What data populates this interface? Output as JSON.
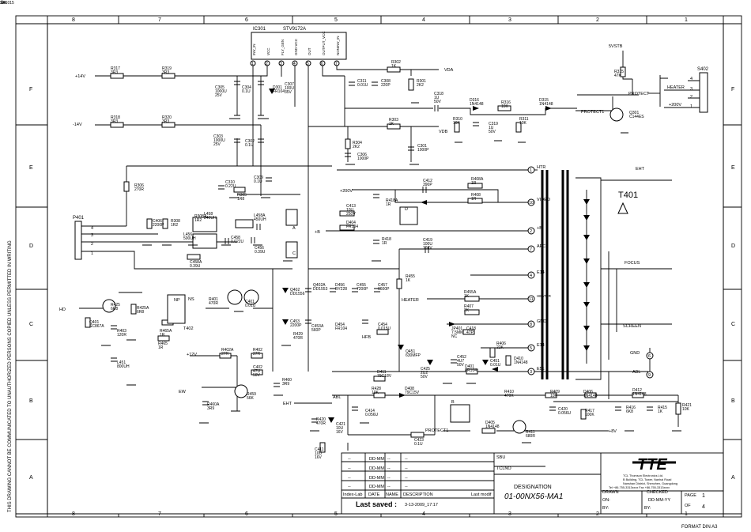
{
  "frame": {
    "col_numbers": [
      "8",
      "7",
      "6",
      "5",
      "4",
      "3",
      "2",
      "1"
    ],
    "row_letters": [
      "F",
      "E",
      "D",
      "C",
      "B",
      "A"
    ],
    "side_notice": "THIS DRAWING CANNOT BE COMMUNICATED TO UNAUTHORIZED PERSONS COPIED UNLESS PERMITTED IN WRITING",
    "format_note": "FORMAT DIN A3"
  },
  "ic": {
    "ref": "IC301",
    "part": "STV9172A",
    "pins": [
      "1",
      "2",
      "3",
      "4",
      "5",
      "6",
      "7"
    ],
    "pin_labels": [
      "INV_IN",
      "VCC",
      "FLY_GEN",
      "GND-VCC",
      "OUT",
      "OUTPUT_VCC",
      "NONINV_IN"
    ]
  },
  "components": [
    {
      "ref": "R317",
      "val": "3R3"
    },
    {
      "ref": "R319",
      "val": "3R3"
    },
    {
      "ref": "R318",
      "val": "3R3"
    },
    {
      "ref": "R320",
      "val": "3R3"
    },
    {
      "ref": "R302",
      "val": "1K"
    },
    {
      "ref": "R301",
      "val": "2K2"
    },
    {
      "ref": "C311",
      "val": "0.01U"
    },
    {
      "ref": "C308",
      "val": "220P"
    },
    {
      "ref": "C305",
      "val": "1000U 25V"
    },
    {
      "ref": "C304",
      "val": "0.1U"
    },
    {
      "ref": "D301",
      "val": "FR104"
    },
    {
      "ref": "C307",
      "val": "100U 35V"
    },
    {
      "ref": "C318",
      "val": "1U 50V"
    },
    {
      "ref": "D316",
      "val": "1N4148"
    },
    {
      "ref": "R316",
      "val": "10K"
    },
    {
      "ref": "D315",
      "val": "1N4148"
    },
    {
      "ref": "R315",
      "val": "47K"
    },
    {
      "ref": "R310",
      "val": "10K"
    },
    {
      "ref": "C319",
      "val": "1U 50V"
    },
    {
      "ref": "R311",
      "val": "10K"
    },
    {
      "ref": "Q301",
      "val": "C144ES"
    },
    {
      "ref": "R303",
      "val": "1K"
    },
    {
      "ref": "C303",
      "val": "1000U 25V"
    },
    {
      "ref": "C302",
      "val": "0.1U"
    },
    {
      "ref": "R304",
      "val": "2K2"
    },
    {
      "ref": "C306",
      "val": "1000P"
    },
    {
      "ref": "C301",
      "val": "1000P"
    },
    {
      "ref": "R306",
      "val": "270R"
    },
    {
      "ref": "C310",
      "val": "0.22U"
    },
    {
      "ref": "R305",
      "val": "1R8"
    },
    {
      "ref": "C309",
      "val": "0.1U"
    },
    {
      "ref": "C412",
      "val": "390P"
    },
    {
      "ref": "R408A",
      "val": "1R"
    },
    {
      "ref": "R408",
      "val": "1R"
    },
    {
      "ref": "C413",
      "val": "10U 250V"
    },
    {
      "ref": "D404",
      "val": "FR104"
    },
    {
      "ref": "R418A",
      "val": "1R"
    },
    {
      "ref": "R418",
      "val": "1R"
    },
    {
      "ref": "C419",
      "val": "100U 160V"
    },
    {
      "ref": "C406",
      "val": "2200P"
    },
    {
      "ref": "R308",
      "val": "1R2"
    },
    {
      "ref": "R308A",
      "val": "1R2"
    },
    {
      "ref": "L458",
      "val": "240UH"
    },
    {
      "ref": "L456",
      "val": "500UH"
    },
    {
      "ref": "L458A",
      "val": "450UH"
    },
    {
      "ref": "C458",
      "val": "0.022U"
    },
    {
      "ref": "C456",
      "val": "0.39U"
    },
    {
      "ref": "C458A",
      "val": "0.39U"
    },
    {
      "ref": "R455",
      "val": "1K"
    },
    {
      "ref": "R455A",
      "val": "1K"
    },
    {
      "ref": "R407",
      "val": "2K"
    },
    {
      "ref": "R425",
      "val": "6R8"
    },
    {
      "ref": "R425A",
      "val": "6R8"
    },
    {
      "ref": "Q401",
      "val": "SC867A"
    },
    {
      "ref": "R403",
      "val": "120R"
    },
    {
      "ref": "R401",
      "val": "470R"
    },
    {
      "ref": "C401",
      "val": "0.01U"
    },
    {
      "ref": "Q402",
      "val": "DD1556"
    },
    {
      "ref": "Q402A",
      "val": "DD1553"
    },
    {
      "ref": "D456",
      "val": "BY228"
    },
    {
      "ref": "C455",
      "val": "7200P"
    },
    {
      "ref": "C457",
      "val": "6600P"
    },
    {
      "ref": "C453",
      "val": "2200P"
    },
    {
      "ref": "C453A",
      "val": "560P"
    },
    {
      "ref": "D454",
      "val": "FR104"
    },
    {
      "ref": "C454",
      "val": "0.015U"
    },
    {
      "ref": "JP401",
      "val": "7.5MM NC"
    },
    {
      "ref": "C418",
      "val": "47P"
    },
    {
      "ref": "R406",
      "val": "22K"
    },
    {
      "ref": "D410",
      "val": "1N4148"
    },
    {
      "ref": "R429",
      "val": "470R"
    },
    {
      "ref": "R465A",
      "val": "1R"
    },
    {
      "ref": "R465",
      "val": "1R"
    },
    {
      "ref": "L451",
      "val": "800UH"
    },
    {
      "ref": "R402A",
      "val": "27R"
    },
    {
      "ref": "R402",
      "val": "27R"
    },
    {
      "ref": "C402",
      "val": "47U 50V"
    },
    {
      "ref": "R459",
      "val": "56K"
    },
    {
      "ref": "R460",
      "val": "3R9"
    },
    {
      "ref": "R460A",
      "val": "3R9"
    },
    {
      "ref": "Q451",
      "val": "630MFP"
    },
    {
      "ref": "C452",
      "val": "4U7 50V"
    },
    {
      "ref": "C451",
      "val": "0.01U"
    },
    {
      "ref": "D401",
      "val": "FR104"
    },
    {
      "ref": "C425",
      "val": "2U2 50V"
    },
    {
      "ref": "D411",
      "val": "79C18V"
    },
    {
      "ref": "R428",
      "val": "10K"
    },
    {
      "ref": "D408",
      "val": "79C15V"
    },
    {
      "ref": "R410",
      "val": "470K"
    },
    {
      "ref": "R409",
      "val": "10K"
    },
    {
      "ref": "D406",
      "val": "1N4148"
    },
    {
      "ref": "D412",
      "val": "1N4148"
    },
    {
      "ref": "R421",
      "val": "10K"
    },
    {
      "ref": "R416",
      "val": "6K8"
    },
    {
      "ref": "R415",
      "val": "1K"
    },
    {
      "ref": "R417",
      "val": "100K"
    },
    {
      "ref": "C420",
      "val": "0.056U"
    },
    {
      "ref": "C414",
      "val": "0.056U"
    },
    {
      "ref": "R420",
      "val": "470R"
    },
    {
      "ref": "C421",
      "val": "10U 16V"
    },
    {
      "ref": "C411",
      "val": "10U 16V"
    },
    {
      "ref": "C423",
      "val": "0.1U"
    },
    {
      "ref": "D405",
      "val": "1N4148"
    },
    {
      "ref": "R411",
      "val": "680R"
    },
    {
      "ref": "R412",
      "val": "1K"
    },
    {
      "ref": "R423",
      "val": "10K"
    },
    {
      "ref": "Q413",
      "val": "SA1015"
    }
  ],
  "nets": {
    "p14v": "+14V",
    "m14v": "-14V",
    "vda": "VDA",
    "vdb": "VDB",
    "svstb": "5VSTB",
    "protect": "PROTECT",
    "protect1": "PROTECT1",
    "p200v_a": "+200V",
    "p200v_b": "+200V",
    "plus_b": "+B",
    "hd": "HD",
    "ew": "EW",
    "p12v": "+12V",
    "eht": "EHT",
    "abl": "ABL",
    "hfb": "HFB",
    "heater": "HEATER",
    "p8v": "+8V",
    "gnd": "GND",
    "a": "A",
    "b": "B",
    "c": "C",
    "d": "D",
    "one": "1",
    "np": "NP",
    "ns": "NS",
    "t402": "T402"
  },
  "p401": {
    "ref": "P401",
    "pins": [
      "4",
      "3",
      "2",
      "1"
    ]
  },
  "s402": {
    "ref": "S402",
    "pins": [
      "4",
      "3",
      "2",
      "1"
    ],
    "labels": [
      "HEATER",
      "+200V"
    ]
  },
  "fbt": {
    "ref": "T401",
    "pins": [
      {
        "num": "1",
        "name": "HTR"
      },
      {
        "num": "10",
        "name": "VIDEO"
      },
      {
        "num": "2",
        "name": "+B"
      },
      {
        "num": "7",
        "name": "AFC"
      },
      {
        "num": "4",
        "name": "E14"
      },
      {
        "num": "11",
        "name": "HEATER"
      },
      {
        "num": "8",
        "name": "GND"
      },
      {
        "num": "5",
        "name": "E14"
      },
      {
        "num": "3",
        "name": "E51"
      }
    ],
    "right_pins": [
      {
        "num": "6",
        "name": "GND"
      },
      {
        "num": "9",
        "name": "ABL"
      }
    ],
    "outputs": [
      "EHT",
      "FOCUS",
      "SCREEN"
    ]
  },
  "title_block": {
    "rows": [
      [
        "--",
        "DD-MM",
        "--",
        "--"
      ],
      [
        "--",
        "DD-MM",
        "--",
        "--"
      ],
      [
        "--",
        "DD-MM",
        "--",
        "--"
      ],
      [
        "--",
        "DD-MM",
        "--",
        "--"
      ]
    ],
    "headers": [
      "Index-Lab",
      "DATE",
      "NAME",
      "DESCRIPTION",
      "Last modif"
    ],
    "last_saved_label": "Last saved :",
    "last_saved_value": "3-13-2009_17:17",
    "sbu_label": "SBU",
    "tclno_label": "TCLNO",
    "designation_label": "DESIGNATION",
    "designation_value": "01-00NX56-MA1",
    "logo_text": "TTE",
    "company_lines": [
      "TCL Thomson Electronics Ltd.",
      "B Building, TCL Tower, Nanhai Road",
      "Nanshan District, Shenzhen, Guangdong",
      "Tel +86-755-3313xxxx    Fax +86-755-3313xxxx"
    ],
    "drawn_label": "DRAWN",
    "checked_label": "CHECKED",
    "checked_value": "DD-MM-YY",
    "page_label": "PAGE",
    "page_value": "1",
    "of_label": "OF",
    "of_value": "4",
    "on_label": "ON:",
    "by_label": "BY:",
    "by2_label": "BY:"
  }
}
